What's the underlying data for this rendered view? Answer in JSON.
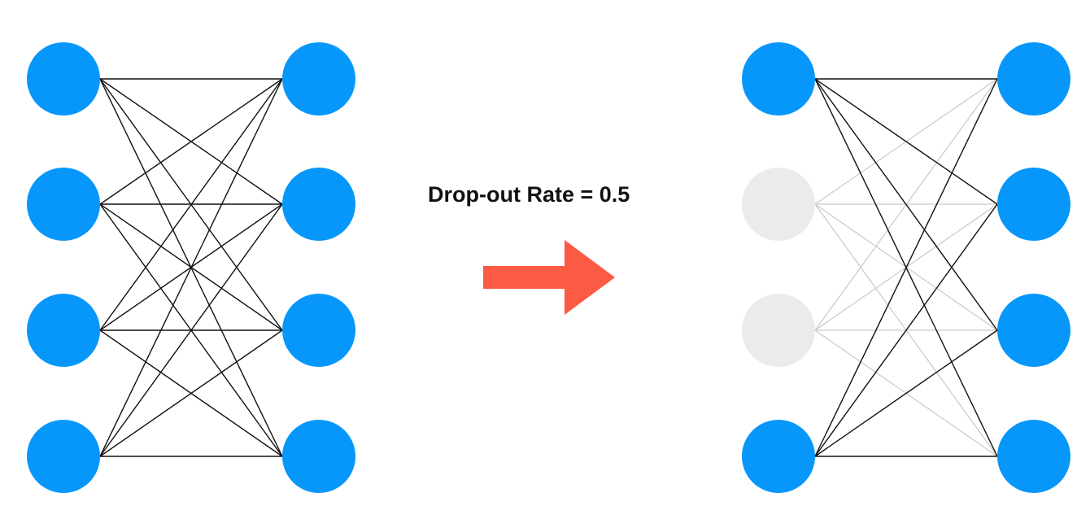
{
  "caption": "Drop-out Rate = 0.5",
  "colors": {
    "active_node": "#0797fb",
    "dropped_node": "#ebebeb",
    "active_edge": "#111111",
    "dropped_edge": "#cccccc",
    "arrow": "#fb5a45"
  },
  "networks": [
    {
      "name": "before-dropout",
      "input_layer": [
        true,
        true,
        true,
        true
      ],
      "output_layer": [
        true,
        true,
        true,
        true
      ]
    },
    {
      "name": "after-dropout",
      "input_layer": [
        true,
        false,
        false,
        true
      ],
      "output_layer": [
        true,
        true,
        true,
        true
      ]
    }
  ],
  "icons": {
    "arrow": "right-arrow-icon"
  }
}
